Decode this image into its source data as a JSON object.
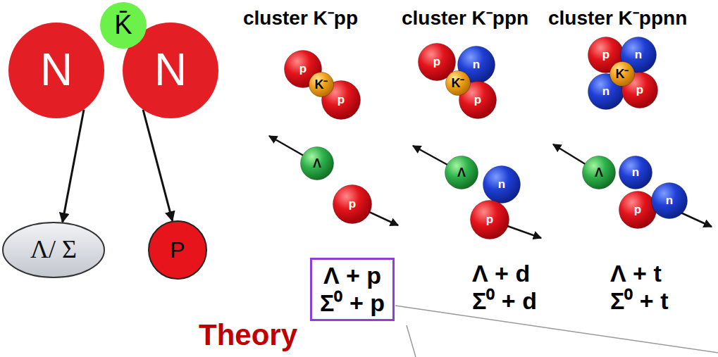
{
  "diagram": {
    "nodes": [
      {
        "text": [
          "N"
        ]
      },
      {
        "text": [
          "K̄"
        ]
      },
      {
        "text": [
          "N"
        ]
      },
      {
        "text": [
          "Λ/ Σ"
        ]
      },
      {
        "text": [
          "P"
        ]
      },
      {
        "text": [
          "p"
        ]
      },
      {
        "text": [
          "p"
        ]
      },
      {
        "text": [
          "K⁻"
        ]
      },
      {
        "text": [
          "Λ"
        ]
      },
      {
        "text": [
          "p"
        ]
      },
      {
        "text": [
          "p"
        ]
      },
      {
        "text": [
          "n"
        ]
      },
      {
        "text": [
          "p"
        ]
      },
      {
        "text": [
          "K⁻"
        ]
      },
      {
        "text": [
          "Λ"
        ]
      },
      {
        "text": [
          "n"
        ]
      },
      {
        "text": [
          "p"
        ]
      },
      {
        "text": [
          "p"
        ]
      },
      {
        "text": [
          "n"
        ]
      },
      {
        "text": [
          "n"
        ]
      },
      {
        "text": [
          "p"
        ]
      },
      {
        "text": [
          "K⁻"
        ]
      },
      {
        "text": [
          "Λ"
        ]
      },
      {
        "text": [
          "n"
        ]
      },
      {
        "text": [
          "p"
        ]
      },
      {
        "text": [
          "n"
        ]
      },
      {
        "text": [
          "Λ + p",
          "Σ⁰ + p"
        ]
      }
    ],
    "edges": [
      {
        "from": 0,
        "to": 3,
        "arrow": "to"
      },
      {
        "from": 2,
        "to": 4,
        "arrow": "to"
      }
    ],
    "labels": [
      "cluster K⁻pp",
      "cluster K⁻ppn",
      "cluster K⁻ppnn",
      "Λ + d",
      "Σ⁰ + d",
      "Λ + t",
      "Σ⁰ + t",
      "Theory"
    ]
  }
}
